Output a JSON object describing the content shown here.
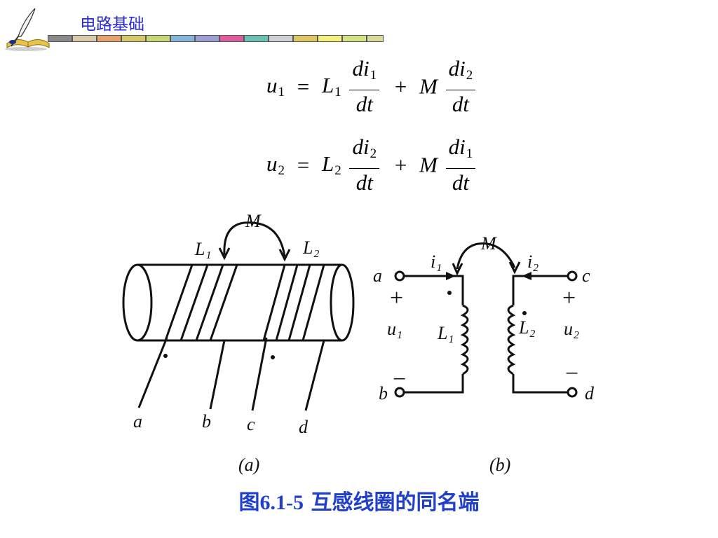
{
  "header": {
    "title": "电路基础",
    "bar_colors": [
      "#8a8a8a",
      "#d8c9a8",
      "#e7a26a",
      "#d6c868",
      "#c8d870",
      "#86b6dc",
      "#9e9fd6",
      "#e05c9e",
      "#6ac2b4",
      "#cfd1d8",
      "#e0c860",
      "#f4f07c",
      "#d4e482",
      "#dcdc9a"
    ]
  },
  "equations": [
    {
      "lhs_var": "u",
      "lhs_sub": "1",
      "coef_var": "L",
      "coef_sub": "1",
      "frac1_num": "di",
      "frac1_num_sub": "1",
      "frac_den": "dt",
      "op_plus": "+",
      "mutual": "M",
      "frac2_num": "di",
      "frac2_num_sub": "2",
      "eq": "="
    },
    {
      "lhs_var": "u",
      "lhs_sub": "2",
      "coef_var": "L",
      "coef_sub": "2",
      "frac1_num": "di",
      "frac1_num_sub": "2",
      "frac_den": "dt",
      "op_plus": "+",
      "mutual": "M",
      "frac2_num": "di",
      "frac2_num_sub": "1",
      "eq": "="
    }
  ],
  "diagram_a": {
    "mutual": "M",
    "coil1_label": "L₁",
    "coil2_label": "L₂",
    "terminals": [
      "a",
      "b",
      "c",
      "d"
    ],
    "label": "(a)"
  },
  "diagram_b": {
    "mutual": "M",
    "current1": "i₁",
    "current2": "i₂",
    "terminal_a": "a",
    "terminal_b": "b",
    "terminal_c": "c",
    "terminal_d": "d",
    "plus_left": "+",
    "plus_right": "+",
    "minus_left": "−",
    "minus_right": "−",
    "voltage1": "u₁",
    "voltage2": "u₂",
    "coil1_label": "L₁",
    "coil2_label": "L₂",
    "label": "(b)"
  },
  "caption": {
    "prefix": "图",
    "number": "6.1-5",
    "text": " 互感线圈的同名端"
  }
}
